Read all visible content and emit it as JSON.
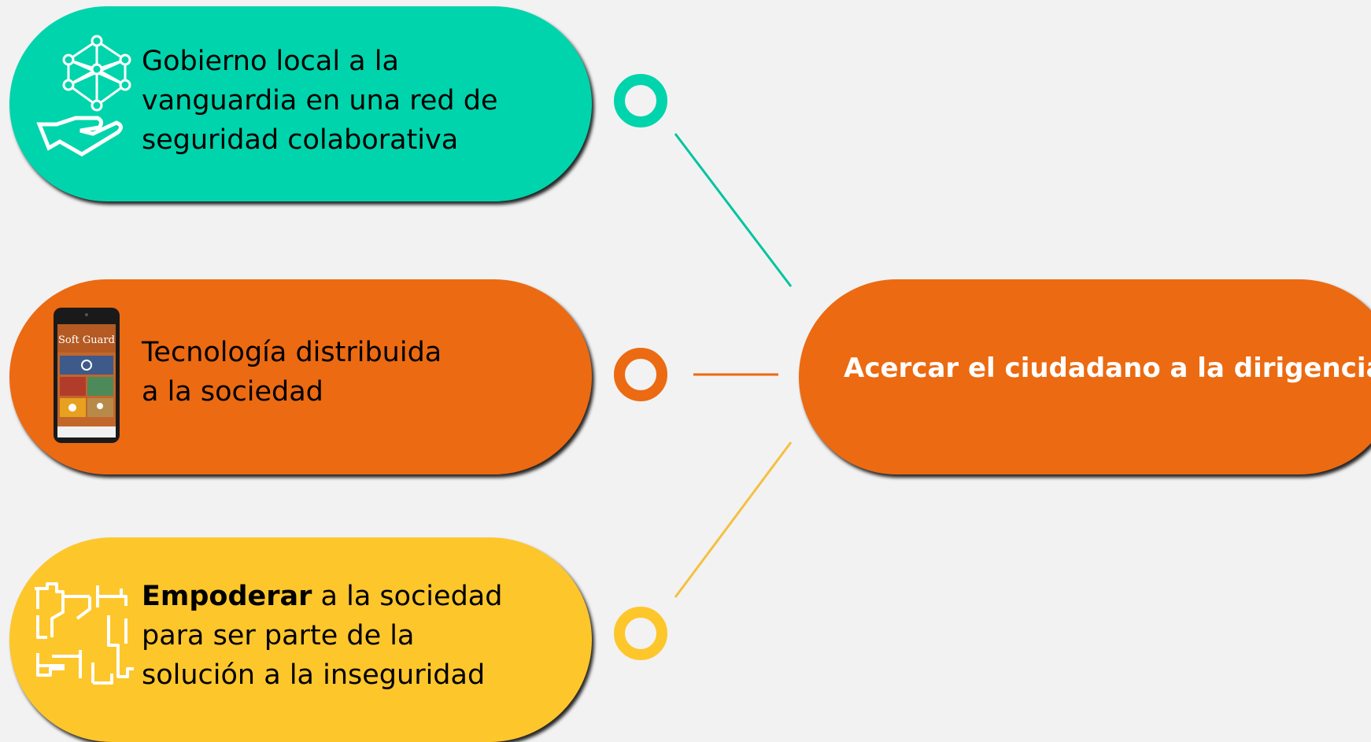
{
  "nodes": [
    {
      "id": "node-1",
      "lines": [
        "Gobierno local a la",
        "vanguardia en una red de",
        "seguridad colaborativa"
      ],
      "icon": "network-hand-icon",
      "color": "#00d4ac"
    },
    {
      "id": "node-2",
      "lines": [
        "Tecnología distribuida",
        "a la sociedad"
      ],
      "icon": "smartphone-app-icon",
      "color": "#ec6a12"
    },
    {
      "id": "node-3",
      "bold_word": "Empoderar",
      "line1_rest": " a la sociedad",
      "lines_rest": [
        "para ser parte de la",
        "solución a la inseguridad"
      ],
      "icon": "linked-hands-icon",
      "color": "#fdc62b"
    }
  ],
  "target": {
    "label": "Acercar el ciudadano a la dirigencia",
    "color": "#ec6a12"
  },
  "phone_app": {
    "logo": "Soft Guard"
  }
}
